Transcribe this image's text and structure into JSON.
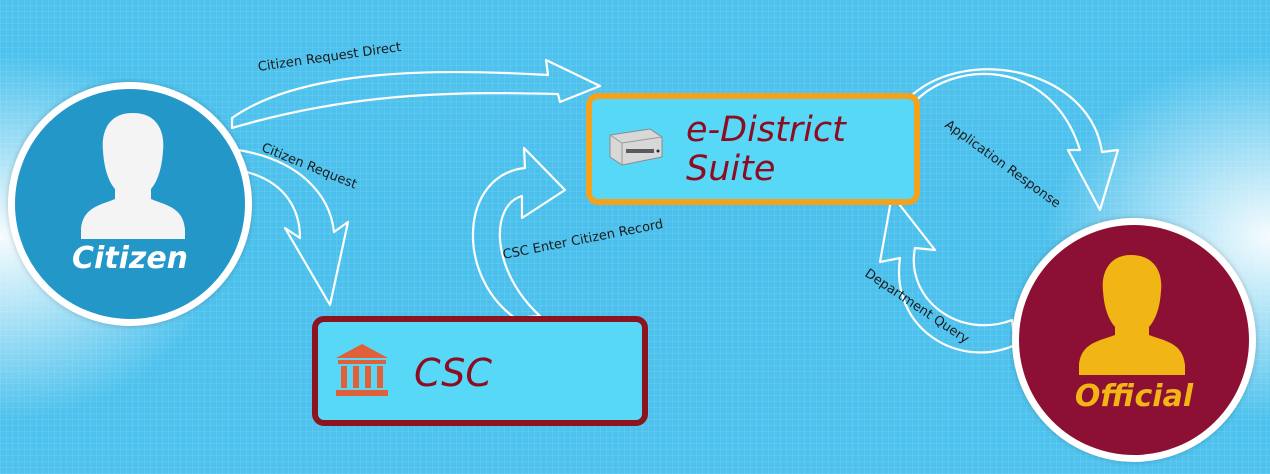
{
  "nodes": {
    "citizen": {
      "label": "Citizen",
      "icon": "person-icon"
    },
    "official": {
      "label": "Official",
      "icon": "person-icon"
    },
    "suite": {
      "title_line1": "e-District",
      "title_line2": "Suite",
      "icon": "server-icon"
    },
    "csc": {
      "title": "CSC",
      "icon": "government-building-icon"
    }
  },
  "flows": [
    {
      "id": "citizen-request-direct",
      "label": "Citizen Request Direct",
      "from": "Citizen",
      "to": "e-District Suite"
    },
    {
      "id": "citizen-request",
      "label": "Citizen Request",
      "from": "Citizen",
      "to": "CSC"
    },
    {
      "id": "csc-enter-citizen-record",
      "label": "CSC Enter Citizen  Record",
      "from": "CSC",
      "to": "e-District Suite"
    },
    {
      "id": "application-response",
      "label": "Application Response",
      "from": "e-District Suite",
      "to": "Official"
    },
    {
      "id": "department-query",
      "label": "Department  Query",
      "from": "Official",
      "to": "e-District Suite"
    }
  ],
  "colors": {
    "background": "#4cc0ec",
    "citizen_fill": "#2497c9",
    "official_fill": "#8c1033",
    "official_text": "#f2b516",
    "suite_border": "#f4a11b",
    "csc_border": "#8c1420",
    "box_fill": "#58d8f7",
    "title_text": "#8c0c22",
    "csc_icon": "#e0603a"
  }
}
